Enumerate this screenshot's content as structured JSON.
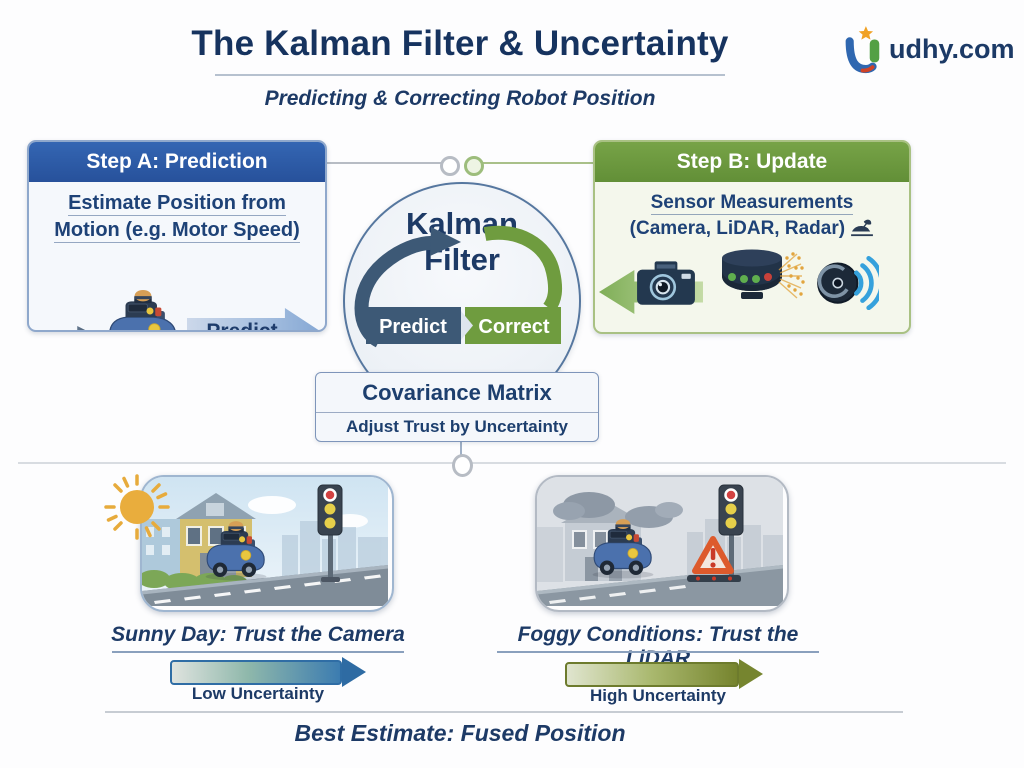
{
  "header": {
    "title": "The Kalman Filter & Uncertainty",
    "subtitle": "Predicting & Correcting Robot Position"
  },
  "brand": {
    "logo_text": "udhy.com"
  },
  "step_a": {
    "title": "Step A: Prediction",
    "body_line1": "Estimate Position from",
    "body_line2": "Motion (e.g. Motor Speed)",
    "arrow_label": "Predict"
  },
  "step_b": {
    "title": "Step B: Update",
    "body_line1": "Sensor Measurements",
    "body_line2": "(Camera, LiDAR, Radar)"
  },
  "kalman": {
    "title_line1": "Kalman",
    "title_line2": "Filter",
    "predict_label": "Predict",
    "correct_label": "Correct"
  },
  "covariance": {
    "title": "Covariance Matrix",
    "subtitle": "Adjust Trust by Uncertainty"
  },
  "sunny": {
    "caption": "Sunny Day: Trust the Camera",
    "uncertainty": "Low Uncertainty"
  },
  "foggy": {
    "caption": "Foggy Conditions: Trust the LiDAR",
    "uncertainty": "High Uncertainty"
  },
  "footer": {
    "caption": "Best Estimate: Fused Position"
  },
  "colors": {
    "navy_text": "#1d3a66",
    "step_a_blue": "#2d5ba6",
    "step_b_green": "#6d9a3e",
    "predict_band": "#3d5976",
    "correct_band": "#6f9c3f",
    "low_uncertainty_blue": "#3c7cb0",
    "high_uncertainty_olive": "#76842e",
    "logo_star_orange": "#f0a124"
  },
  "icons": [
    "logo-u-icon",
    "star-icon",
    "robot-car-icon",
    "camera-icon",
    "lidar-icon",
    "radar-icon",
    "quill-icon",
    "sun-icon",
    "traffic-light-icon",
    "warning-triangle-icon",
    "cloud-icon"
  ]
}
